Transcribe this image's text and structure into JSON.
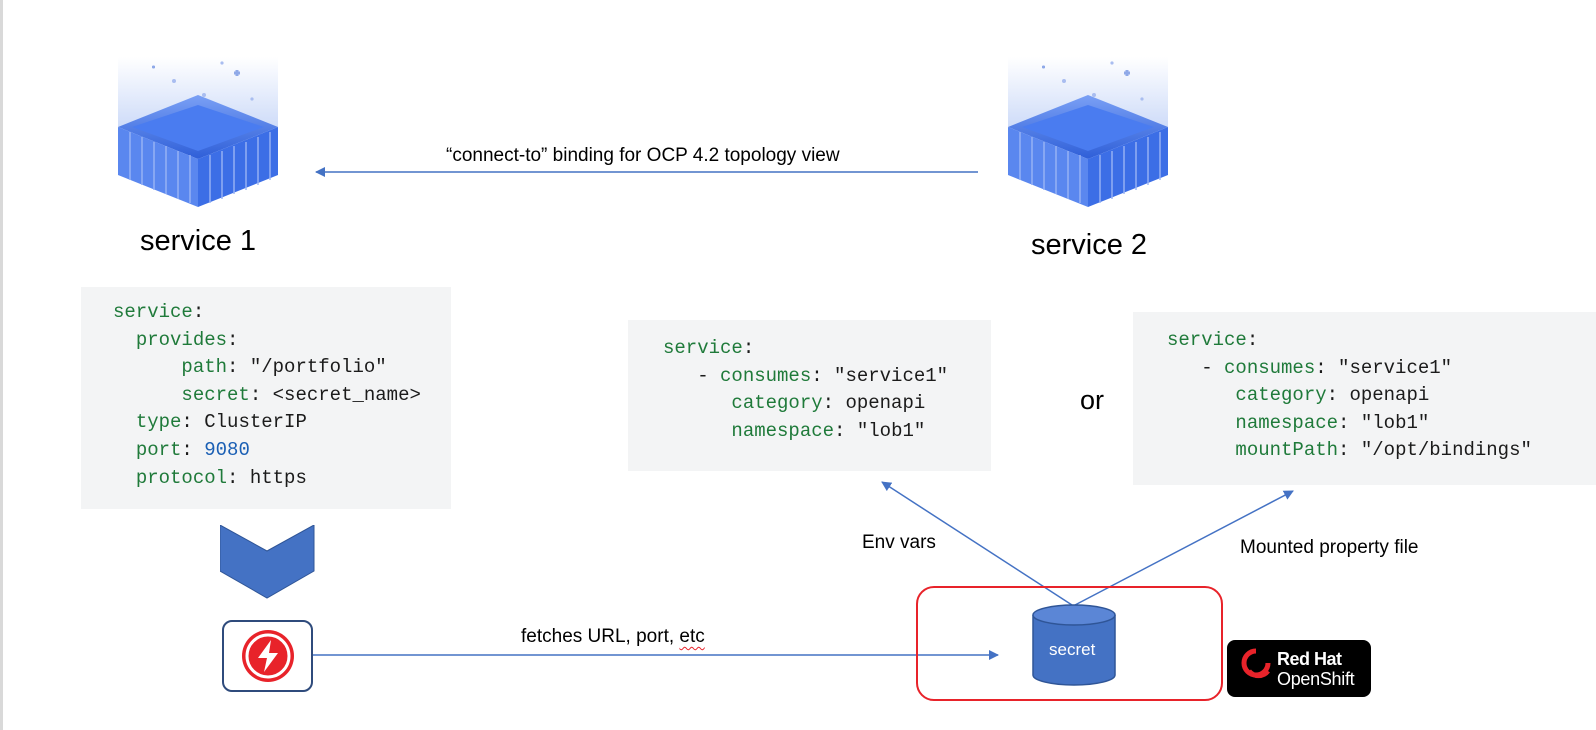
{
  "services": {
    "service1_label": "service 1",
    "service2_label": "service 2"
  },
  "arrows": {
    "binding_label_prefix": "“connect-to” binding for OCP 4.2 topology view",
    "fetch_label_prefix": "fetches URL, port, ",
    "fetch_label_suffix": "etc",
    "env_vars_label": "Env vars",
    "mounted_label": "Mounted property file"
  },
  "or_label": "or",
  "secret_label": "secret",
  "openshift": {
    "line1": "Red Hat",
    "line2": "OpenShift"
  },
  "provider_yaml": {
    "l1_key": "service",
    "l2_key": "provides",
    "path_key": "path",
    "path_val": "\"/portfolio\"",
    "secret_key": "secret",
    "secret_val": "<secret_name>",
    "type_key": "type",
    "type_val": "ClusterIP",
    "port_key": "port",
    "port_val": "9080",
    "protocol_key": "protocol",
    "protocol_val": "https"
  },
  "consumer_env_yaml": {
    "l1_key": "service",
    "consumes_key": "consumes",
    "consumes_val": "\"service1\"",
    "category_key": "category",
    "category_val": "openapi",
    "namespace_key": "namespace",
    "namespace_val": "\"lob1\""
  },
  "consumer_mount_yaml": {
    "l1_key": "service",
    "consumes_key": "consumes",
    "consumes_val": "\"service1\"",
    "category_key": "category",
    "category_val": "openapi",
    "namespace_key": "namespace",
    "namespace_val": "\"lob1\"",
    "mount_key": "mountPath",
    "mount_val": "\"/opt/bindings\""
  },
  "colors": {
    "arrow": "#4472c4",
    "cube": "#3d6fe0",
    "secret_fill": "#4472c4",
    "red_box": "#e8232a",
    "code_bg": "#f3f4f5",
    "yaml_key": "#1f7a3a",
    "yaml_number": "#1a5fb4"
  },
  "icons": [
    "service-cube-icon",
    "quarkus-icon",
    "database-cylinder-icon",
    "redhat-logo-icon",
    "chevron-down-icon"
  ]
}
